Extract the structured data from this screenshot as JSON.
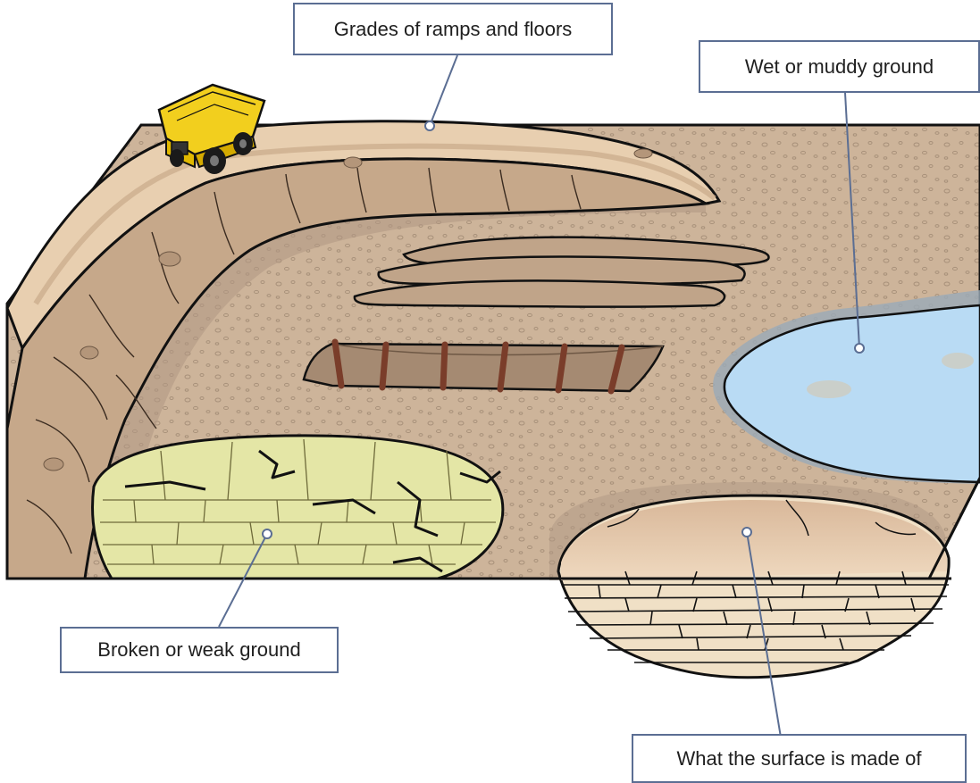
{
  "labels": {
    "ramps": "Grades of ramps and floors",
    "wet": "Wet or muddy ground",
    "broken": "Broken or weak ground",
    "surface": "What the surface is made of"
  },
  "colors": {
    "ground": "#cdb49a",
    "wall": "#c6a88a",
    "road": "#e8cfb0",
    "water": "#b9dbf4",
    "weak_rock": "#e4e6a6",
    "outline": "#111111",
    "callout_border": "#5b6e93",
    "truck": "#f2cf1e"
  },
  "icons": [
    "haul-truck-icon"
  ]
}
